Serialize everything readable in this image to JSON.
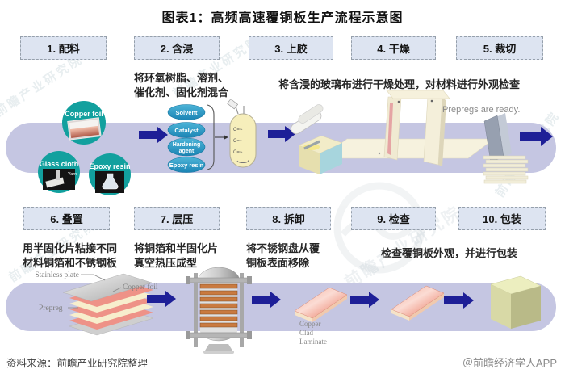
{
  "title": "图表1：高频高速覆铜板生产流程示意图",
  "steps_row1": [
    {
      "label": "1. 配料"
    },
    {
      "label": "2. 含浸"
    },
    {
      "label": "3. 上胶"
    },
    {
      "label": "4. 干燥"
    },
    {
      "label": "5. 裁切"
    }
  ],
  "steps_row2": [
    {
      "label": "6. 叠置"
    },
    {
      "label": "7. 层压"
    },
    {
      "label": "8. 拆卸"
    },
    {
      "label": "9. 检查"
    },
    {
      "label": "10. 包装"
    }
  ],
  "descriptions": {
    "step2_line1": "将环氧树脂、溶剂、",
    "step2_line2": "催化剂、固化剂混合",
    "step3_4": "将含浸的玻璃布进行干燥处理，对材料进行外观检查",
    "prepregs_ready": "Prepregs are ready.",
    "step6_line1": "用半固化片粘接不同",
    "step6_line2": "材料铜箔和不锈钢板",
    "step7_line1": "将铜箔和半固化片",
    "step7_line2": "真空热压成型",
    "step8_line1": "将不锈钢盘从覆",
    "step8_line2": "铜板表面移除",
    "step9_10": "检查覆铜板外观，并进行包装"
  },
  "band1": {
    "material1": "Copper foil",
    "material2": "Glass cloth",
    "material3": "Epoxy resin",
    "yarn": "Yarn",
    "chem1": "Solvent",
    "chem2": "Catalyst",
    "chem3_line1": "Hardening",
    "chem3_line2": "agent",
    "chem4": "Epoxy resin"
  },
  "band2": {
    "stainless": "Stainless plate",
    "copper_foil": "Copper foil",
    "prepreg": "Prepreg",
    "ccl_line1": "Copper",
    "ccl_line2": "Clad",
    "ccl_line3": "Laminate"
  },
  "footer": {
    "source": "资料来源：前瞻产业研究院整理",
    "credit": "＠前瞻经济学人APP"
  },
  "watermark": "前瞻产业研究院",
  "colors": {
    "band": "#c5c6e2",
    "step_box": "#dde4f1",
    "teal_circle": "#12a09e",
    "chem_oval": "#2b9cc8",
    "arrow": "#1e1f97",
    "press_bar": "#c97a40",
    "laminate": "#ee7a62",
    "package": "#d8d9a6"
  }
}
